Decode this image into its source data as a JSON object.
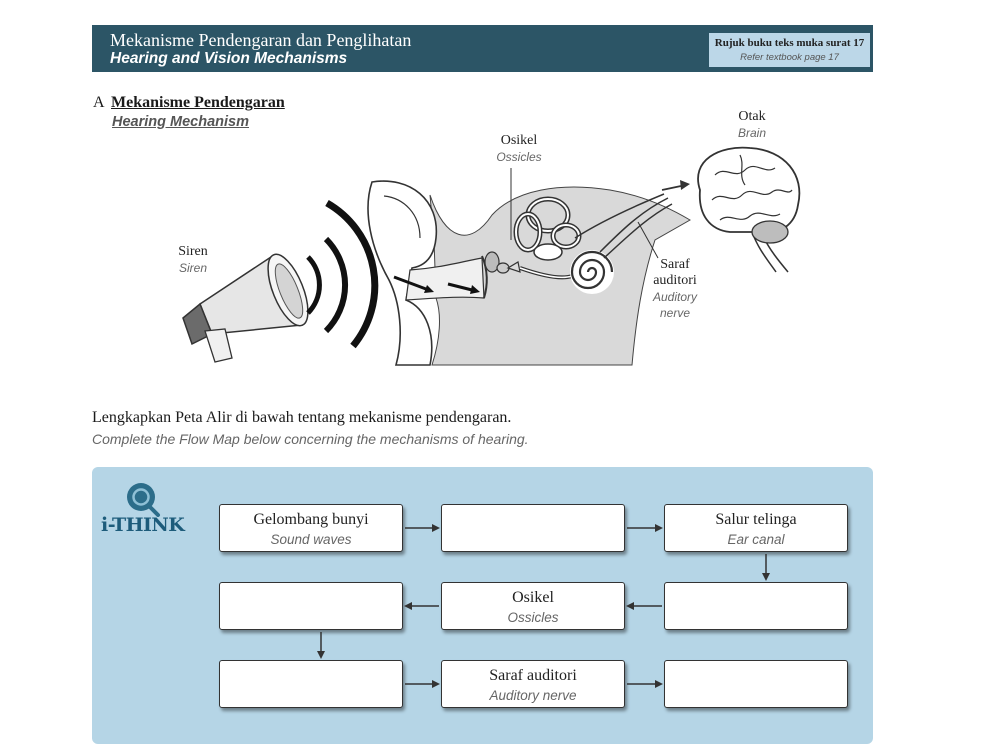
{
  "header": {
    "title_ms": "Mekanisme Pendengaran dan Penglihatan",
    "title_en": "Hearing and Vision Mechanisms",
    "reference_ms": "Rujuk buku teks muka surat 17",
    "reference_en": "Refer textbook page 17"
  },
  "section_a": {
    "letter": "A",
    "title_ms": "Mekanisme Pendengaran",
    "title_en": "Hearing Mechanism"
  },
  "diagram": {
    "ossicles": {
      "ms": "Osikel",
      "en": "Ossicles"
    },
    "brain": {
      "ms": "Otak",
      "en": "Brain"
    },
    "siren": {
      "ms": "Siren",
      "en": "Siren"
    },
    "auditory_nerve": {
      "ms": [
        "Saraf",
        "auditori"
      ],
      "en": [
        "Auditory",
        "nerve"
      ]
    }
  },
  "instruction": {
    "ms": "Lengkapkan Peta Alir di bawah tentang mekanisme pendengaran.",
    "en": "Complete the Flow Map below concerning the mechanisms of hearing."
  },
  "flow_map": {
    "logo_text": "i-THINK",
    "logo_icon": "magnifier-bubble-icon",
    "boxes": [
      {
        "ms": "Gelombang bunyi",
        "en": "Sound waves"
      },
      {
        "answer": ""
      },
      {
        "ms": "Salur telinga",
        "en": "Ear canal"
      },
      {
        "answer": ""
      },
      {
        "ms": "Osikel",
        "en": "Ossicles"
      },
      {
        "answer": ""
      },
      {
        "answer": ""
      },
      {
        "ms": "Saraf auditori",
        "en": "Auditory nerve"
      },
      {
        "answer": ""
      }
    ]
  },
  "colors": {
    "header_bg": "#2c5566",
    "ref_bg": "#bcd7e8",
    "panel_bg": "#b5d5e6",
    "logo": "#1d5c7b",
    "box_border": "#333333",
    "translation_text": "#666666"
  }
}
